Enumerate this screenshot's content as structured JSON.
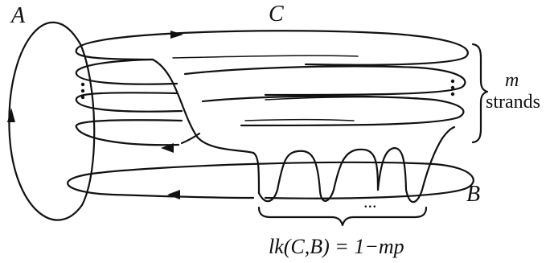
{
  "labels": {
    "knot_a": "A",
    "knot_c": "C",
    "knot_b": "B",
    "strand_count": "m",
    "strands_word": "strands",
    "linking_formula": "lk(C,B) = 1−mp"
  },
  "ellipsis": "...",
  "vertical_ellipsis": "⋮"
}
